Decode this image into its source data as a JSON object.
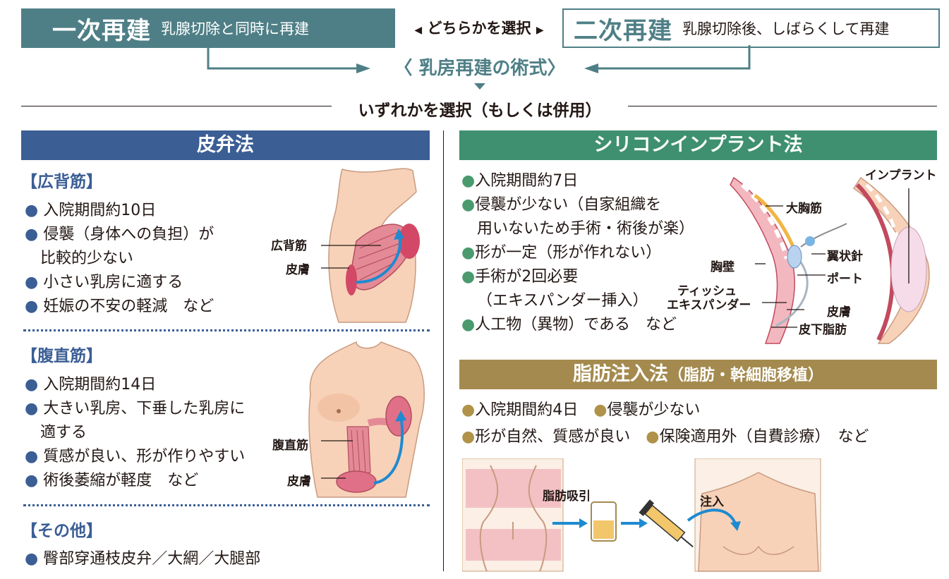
{
  "header": {
    "primary_title": "一次再建",
    "primary_desc": "乳腺切除と同時に再建",
    "choose": "どちらかを選択",
    "secondary_title": "二次再建",
    "secondary_desc": "乳腺切除後、しばらくして再建",
    "methods": "〈 乳房再建の術式〉",
    "either": "いずれかを選択（もしくは併用）"
  },
  "flap": {
    "title": "皮弁法",
    "latissimus": {
      "heading": "【広背筋】",
      "items": [
        "入院期間約10日",
        "侵襲（身体への負担）が",
        "比較的少ない",
        "小さい乳房に適する",
        "妊娠の不安の軽減　など"
      ],
      "label_muscle": "広背筋",
      "label_skin": "皮膚"
    },
    "rectus": {
      "heading": "【腹直筋】",
      "items": [
        "入院期間約14日",
        "大きい乳房、下垂した乳房に",
        "適する",
        "質感が良い、形が作りやすい",
        "術後萎縮が軽度　など"
      ],
      "label_muscle": "腹直筋",
      "label_skin": "皮膚"
    },
    "other": {
      "heading": "【その他】",
      "items": [
        "臀部穿通枝皮弁／大網／大腿部"
      ]
    }
  },
  "implant": {
    "title": "シリコンインプラント法",
    "items": [
      "入院期間約7日",
      "侵襲が少ない（自家組織を",
      "用いないため手術・術後が楽）",
      "形が一定（形が作れない）",
      "手術が2回必要",
      "（エキスパンダー挿入）",
      "人工物（異物）である　など"
    ],
    "labels": {
      "pectoralis": "大胸筋",
      "needle": "翼状針",
      "chest_wall": "胸壁",
      "port": "ポート",
      "tissue1": "ティッシュ",
      "tissue2": "エキスパンダー",
      "skin": "皮膚",
      "fat": "皮下脂肪",
      "implant": "インプラント"
    }
  },
  "fat": {
    "title": "脂肪注入法",
    "subtitle": "（脂肪・幹細胞移植）",
    "items": [
      "入院期間約4日",
      "侵襲が少ない",
      "形が自然、質感が良い",
      "保険適用外（自費診療）　など"
    ],
    "labels": {
      "suction": "脂肪吸引",
      "inject": "注入"
    }
  },
  "colors": {
    "teal": "#4f7f86",
    "blue": "#3b5e95",
    "green": "#3f9070",
    "gold": "#a48a4e"
  }
}
